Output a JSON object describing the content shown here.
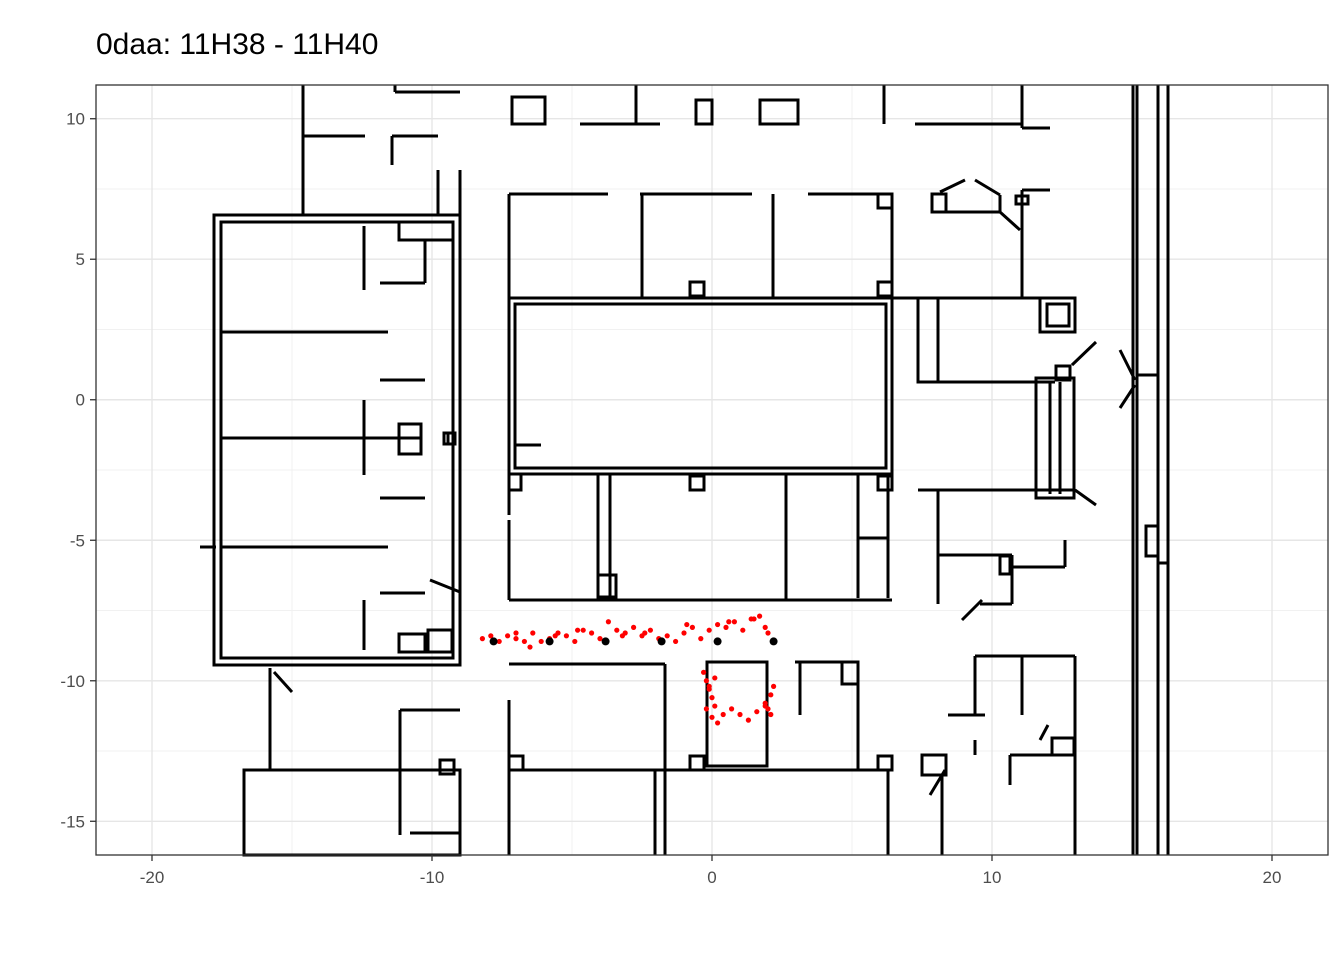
{
  "title": "0daa: 11H38 - 11H40",
  "chart_data": {
    "type": "scatter",
    "title": "0daa: 11H38 - 11H40",
    "xlabel": "",
    "ylabel": "",
    "xlim": [
      -22,
      22
    ],
    "ylim": [
      -16.2,
      11.2
    ],
    "x_ticks": [
      -20,
      -10,
      0,
      10,
      20
    ],
    "y_ticks": [
      10,
      5,
      0,
      -5,
      -10,
      -15
    ],
    "x_tick_labels": [
      "-20",
      "-10",
      "0",
      "10",
      "20"
    ],
    "y_tick_labels": [
      "10",
      "5",
      "0",
      "-5",
      "-10",
      "-15"
    ],
    "grid": true,
    "series": [
      {
        "role": "trajectory",
        "color": "#ff0000",
        "x": [
          -8.2,
          -7.9,
          -7.6,
          -7.3,
          -7.0,
          -6.7,
          -6.4,
          -6.1,
          -5.8,
          -5.5,
          -5.2,
          -4.9,
          -4.6,
          -4.3,
          -4.0,
          -3.7,
          -3.4,
          -3.1,
          -2.8,
          -2.5,
          -2.2,
          -1.9,
          -1.6,
          -1.3,
          -1.0,
          -0.7,
          -0.4,
          -0.1,
          0.2,
          0.5,
          0.8,
          1.1,
          1.4,
          1.7,
          1.9,
          2.0,
          -0.3,
          -0.2,
          -0.1,
          0.0,
          0.1,
          -0.2,
          0.0,
          0.2,
          -0.1,
          0.1,
          0.4,
          0.7,
          1.0,
          1.3,
          1.6,
          1.9,
          2.1,
          2.2,
          2.0,
          1.9,
          2.1,
          -7.0,
          -6.5,
          -5.6,
          -4.8,
          -3.2,
          -2.4,
          -0.9,
          0.6,
          1.5
        ],
        "y": [
          -8.5,
          -8.4,
          -8.6,
          -8.4,
          -8.5,
          -8.6,
          -8.3,
          -8.6,
          -8.5,
          -8.3,
          -8.4,
          -8.6,
          -8.2,
          -8.3,
          -8.5,
          -7.9,
          -8.2,
          -8.3,
          -8.1,
          -8.4,
          -8.2,
          -8.5,
          -8.4,
          -8.6,
          -8.3,
          -8.1,
          -8.5,
          -8.2,
          -8.0,
          -8.1,
          -7.9,
          -8.2,
          -7.8,
          -7.7,
          -8.1,
          -8.3,
          -9.7,
          -10.0,
          -10.3,
          -10.6,
          -10.9,
          -11.0,
          -11.3,
          -11.5,
          -10.2,
          -9.9,
          -11.2,
          -11.0,
          -11.2,
          -11.4,
          -11.1,
          -10.8,
          -10.5,
          -10.2,
          -11.0,
          -10.9,
          -11.2,
          -8.3,
          -8.8,
          -8.4,
          -8.2,
          -8.4,
          -8.3,
          -8.0,
          -7.9,
          -7.8
        ]
      },
      {
        "role": "reference-points",
        "color": "#000000",
        "x": [
          -7.8,
          -5.8,
          -3.8,
          -1.8,
          0.2,
          2.2
        ],
        "y": [
          -8.6,
          -8.6,
          -8.6,
          -8.6,
          -8.6,
          -8.6
        ]
      }
    ]
  }
}
